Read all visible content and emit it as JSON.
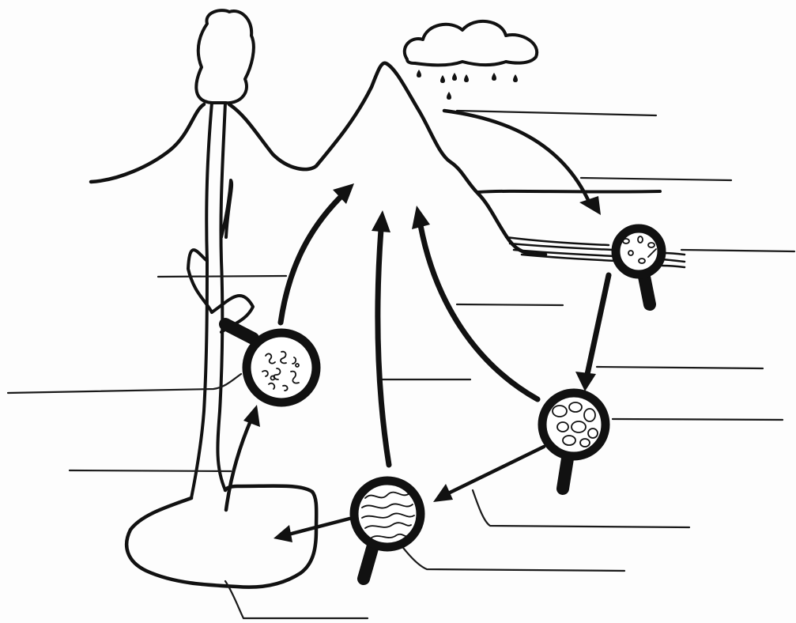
{
  "diagram": {
    "title": "",
    "labels": [
      {
        "id": "weathering",
        "text": ""
      },
      {
        "id": "erosion-deposition",
        "text": ""
      },
      {
        "id": "sediment",
        "text": ""
      },
      {
        "id": "uplift-right",
        "text": ""
      },
      {
        "id": "compaction",
        "text": ""
      },
      {
        "id": "sedimentary-rock",
        "text": ""
      },
      {
        "id": "pressure-heat",
        "text": ""
      },
      {
        "id": "metamorphic-rock",
        "text": ""
      },
      {
        "id": "melting",
        "text": ""
      },
      {
        "id": "magma",
        "text": ""
      },
      {
        "id": "igneous-rock",
        "text": ""
      },
      {
        "id": "cooling",
        "text": ""
      },
      {
        "id": "uplift-center",
        "text": ""
      },
      {
        "id": "uplift-left",
        "text": ""
      }
    ],
    "colors": {
      "ink": "#111111",
      "paper": "#fdfdfd"
    },
    "icons": [
      "rain-cloud-icon",
      "magnifier-sediment-icon",
      "magnifier-sedimentary-icon",
      "magnifier-metamorphic-icon",
      "magnifier-igneous-icon",
      "tree-icon"
    ]
  }
}
